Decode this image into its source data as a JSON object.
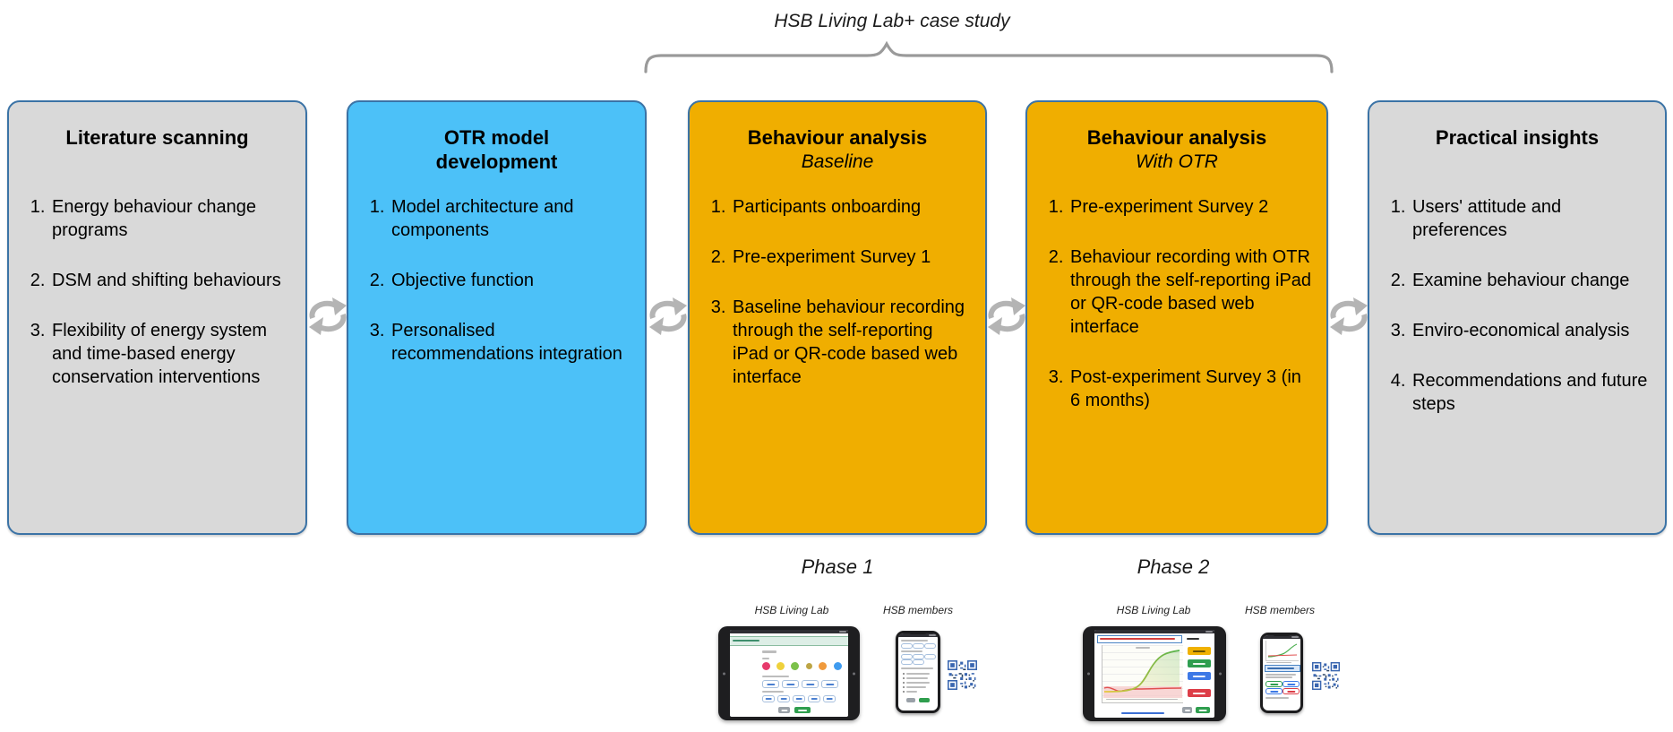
{
  "header": {
    "brace_label": "HSB Living Lab+ case study"
  },
  "boxes": [
    {
      "id": "literature-scanning",
      "title": "Literature scanning",
      "items": [
        "Energy behaviour change programs",
        "DSM and shifting behaviours",
        "Flexibility of energy system and time-based energy conservation interventions"
      ]
    },
    {
      "id": "otr-model-development",
      "title": "OTR model development",
      "items": [
        "Model architecture and components",
        "Objective function",
        "Personalised recommendations integration"
      ]
    },
    {
      "id": "behaviour-analysis-baseline",
      "title": "Behaviour analysis",
      "subtitle": "Baseline",
      "items": [
        "Participants onboarding",
        "Pre-experiment Survey 1",
        "Baseline behaviour recording through the self-reporting iPad or QR-code based web interface"
      ]
    },
    {
      "id": "behaviour-analysis-with-otr",
      "title": "Behaviour analysis",
      "subtitle": "With OTR",
      "items": [
        "Pre-experiment Survey 2",
        "Behaviour recording with OTR through the self-reporting iPad or QR-code based web interface",
        "Post-experiment Survey 3 (in 6 months)"
      ]
    },
    {
      "id": "practical-insights",
      "title": "Practical insights",
      "items": [
        "Users' attitude and preferences",
        "Examine behaviour change",
        "Enviro-economical analysis",
        "Recommendations and future steps"
      ]
    }
  ],
  "phases": [
    {
      "label": "Phase 1",
      "device_labels": [
        "HSB Living Lab",
        "HSB members"
      ]
    },
    {
      "label": "Phase 2",
      "device_labels": [
        "HSB Living Lab",
        "HSB members"
      ]
    }
  ],
  "palette": {
    "gray_box": "#D9D9D9",
    "blue_box": "#4CC1F8",
    "amber_box": "#F0AE00",
    "box_border": "#3B73A6",
    "cycle_icon": "#B4B4B4",
    "brace": "#9A9A9A",
    "text": "#000000"
  }
}
